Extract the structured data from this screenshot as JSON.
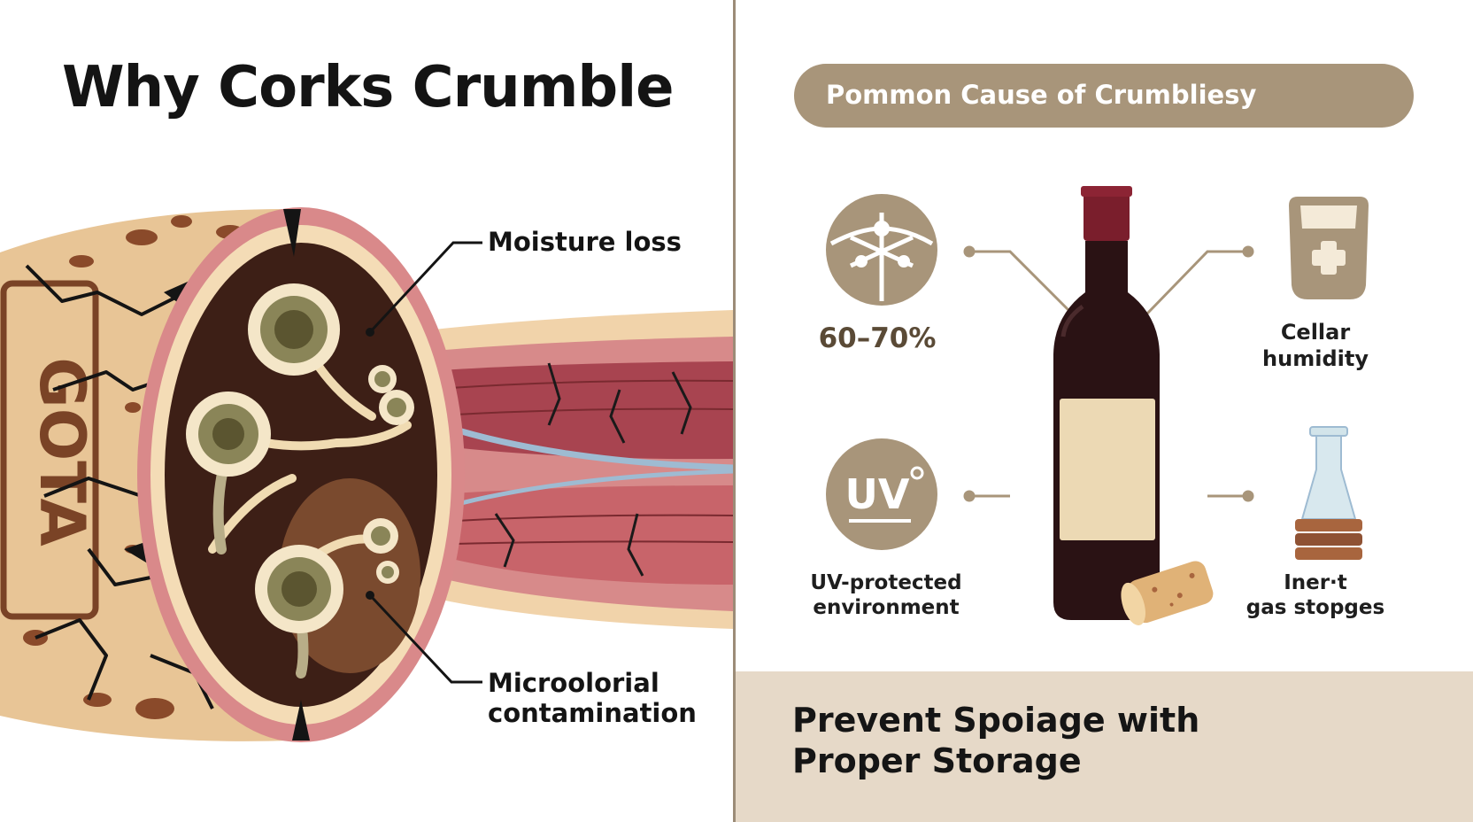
{
  "left": {
    "title": "Why Corks Crumble",
    "callouts": {
      "moisture": "Moisture loss",
      "micro_line1": "Microolorial",
      "micro_line2": "contamination"
    },
    "cork_stamp": "GOTA"
  },
  "right": {
    "header": "Pommon Cause of Crumbliesy",
    "stats": {
      "percent": "60–70%",
      "humidity_line1": "Cellar",
      "humidity_line2": "humidity",
      "uv_line1": "UV-protected",
      "uv_line2": "environment",
      "uv_icon_text": "UV",
      "inert_line1": "Iner·t",
      "inert_line2": "gas stopges"
    },
    "footer_line1": "Prevent Spoiage with",
    "footer_line2": "Proper Storage"
  },
  "colors": {
    "accent": "#a8957a",
    "wine": "#7a1e2c",
    "cork": "#e8c596",
    "footer_bg": "#e6d9c8"
  }
}
